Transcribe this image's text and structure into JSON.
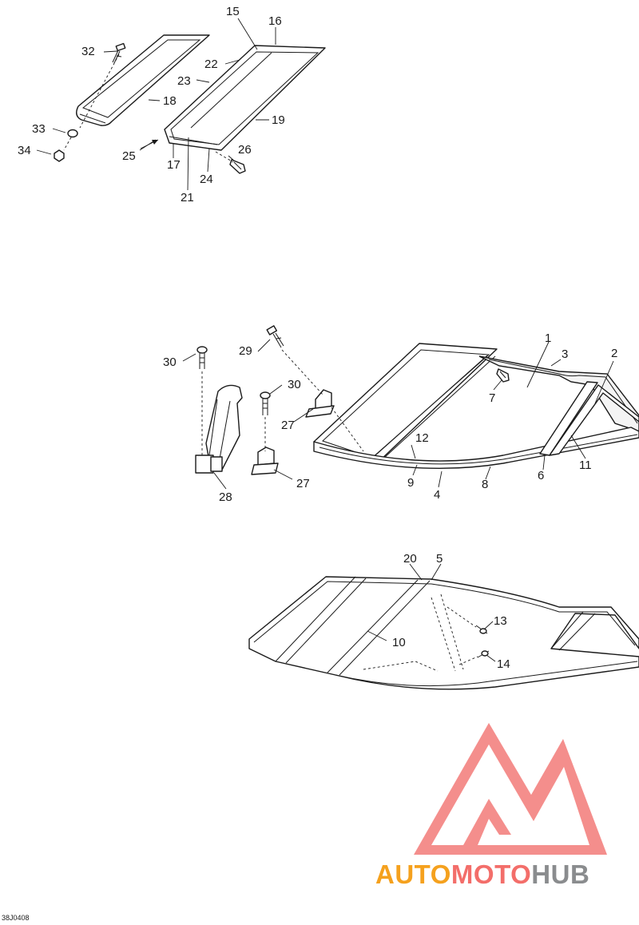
{
  "diagram": {
    "callouts": [
      "1",
      "2",
      "3",
      "4",
      "5",
      "6",
      "7",
      "8",
      "9",
      "10",
      "11",
      "12",
      "13",
      "14",
      "15",
      "16",
      "17",
      "18",
      "19",
      "20",
      "21",
      "22",
      "23",
      "24",
      "25",
      "26",
      "27",
      "28",
      "29",
      "30",
      "32",
      "33",
      "34"
    ],
    "figure_code": "38J0408"
  },
  "watermark": {
    "brand_parts": [
      "AUTO",
      "MOTO",
      "HUB"
    ],
    "colors": {
      "auto": "#f5a11e",
      "moto": "#f36e6a",
      "hub": "#8a8c8e",
      "logo": "#f37b78"
    }
  }
}
